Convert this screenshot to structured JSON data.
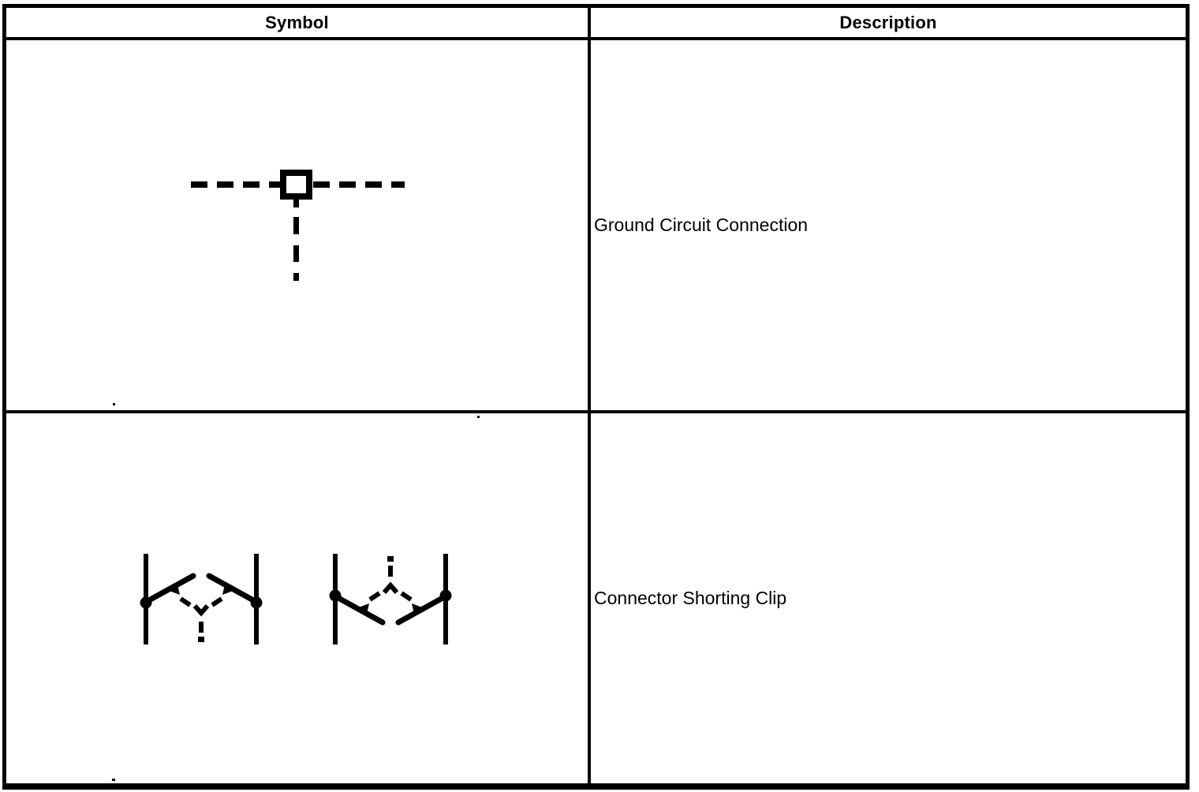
{
  "page": {
    "background_color": "#ffffff",
    "line_color": "#000000"
  },
  "table": {
    "columns": [
      "Symbol",
      "Description"
    ],
    "rows": [
      {
        "symbol_icon": "ground-circuit-connection-symbol",
        "description": "Ground Circuit Connection"
      },
      {
        "symbol_icon": "connector-shorting-clip-symbol",
        "description": "Connector Shorting Clip"
      }
    ]
  }
}
